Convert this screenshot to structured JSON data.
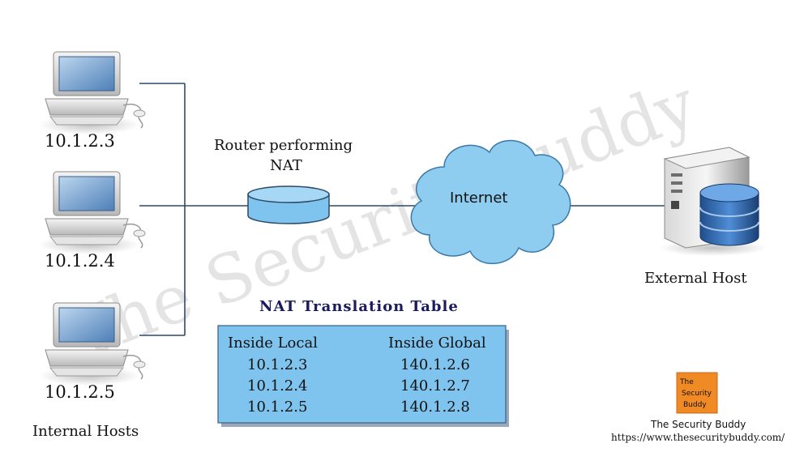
{
  "watermark": "The Security Buddy",
  "hosts": [
    {
      "ip": "10.1.2.3"
    },
    {
      "ip": "10.1.2.4"
    },
    {
      "ip": "10.1.2.5"
    }
  ],
  "internal_hosts_label": "Internal Hosts",
  "router_label_line1": "Router performing",
  "router_label_line2": "NAT",
  "internet_label": "Internet",
  "external_host_label": "External Host",
  "nat_table": {
    "title": "NAT  Translation  Table",
    "headers": [
      "Inside Local",
      "Inside Global"
    ],
    "rows": [
      [
        "10.1.2.3",
        "140.1.2.6"
      ],
      [
        "10.1.2.4",
        "140.1.2.7"
      ],
      [
        "10.1.2.5",
        "140.1.2.8"
      ]
    ]
  },
  "logo": {
    "lines": [
      "The",
      "Security",
      "Buddy"
    ]
  },
  "footer": {
    "name": "The Security Buddy",
    "url": "https://www.thesecuritybuddy.com/"
  },
  "colors": {
    "line": "#2c4a68",
    "cloud": "#8ecdf0",
    "table_fill": "#7fc4ee",
    "router": "#7fc4ee",
    "logo": "#f08a24"
  }
}
